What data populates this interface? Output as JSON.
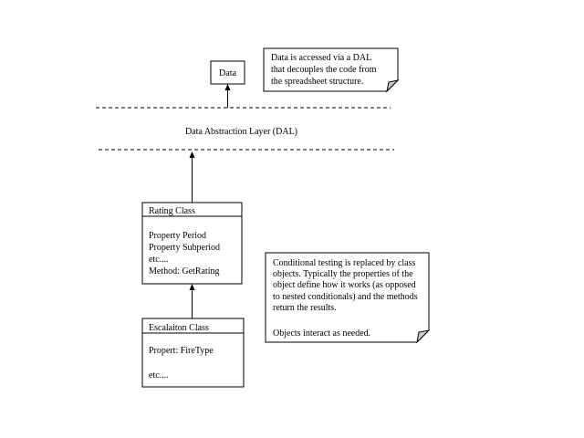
{
  "data_box": {
    "label": "Data"
  },
  "note_dal": {
    "lines": [
      "Data is accessed via a DAL",
      "that decouples the code from",
      "the spreadsheet structure."
    ]
  },
  "dal_layer": {
    "label": "Data Abstraction Layer (DAL)"
  },
  "rating_class": {
    "title": "Rating Class",
    "members": [
      "Property Period",
      "Property Subperiod",
      "etc....",
      "Method: GetRating"
    ]
  },
  "escalation_class": {
    "title": "Escalaiton Class",
    "members": [
      "Propert: FireType",
      "",
      "etc...."
    ]
  },
  "note_conditional": {
    "lines": [
      "Conditional testing is replaced by class",
      "objects. Typically the properties of the",
      "object define how it works (as opposed",
      "to nested conditionals) and the methods",
      "return the results.",
      "",
      "Objects interact as needed."
    ]
  },
  "colors": {
    "line": "#000000",
    "fold": "#c8c8c8",
    "background": "#ffffff"
  }
}
